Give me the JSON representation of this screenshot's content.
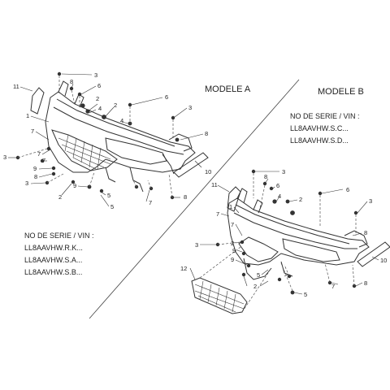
{
  "model_a": {
    "title": "MODELE A",
    "serial_label": "NO DE SERIE / VIN :",
    "serials": [
      "LL8AAVHW.R.K...",
      "LL8AAVHW.S.A...",
      "LL8AAVHW.S.B..."
    ]
  },
  "model_b": {
    "title": "MODELE B",
    "serial_label": "NO DE SERIE / VIN :",
    "serials": [
      "LL8AAVHW.S.C...",
      "LL8AAVHW.S.D..."
    ]
  },
  "callouts_a": [
    "3",
    "8",
    "6",
    "11",
    "2",
    "6",
    "4",
    "3",
    "1",
    "2",
    "4",
    "8",
    "7",
    "7",
    "3",
    "7",
    "9",
    "10",
    "8",
    "3",
    "9",
    "5",
    "2",
    "7",
    "5",
    "8"
  ],
  "callouts_b": [
    "3",
    "8",
    "6",
    "11",
    "4",
    "2",
    "1",
    "6",
    "3",
    "7",
    "3",
    "8",
    "7",
    "2",
    "9",
    "10",
    "12",
    "9",
    "5",
    "7",
    "2",
    "5",
    "8"
  ],
  "colors": {
    "line": "#333333",
    "text": "#222222",
    "background": "#ffffff"
  }
}
